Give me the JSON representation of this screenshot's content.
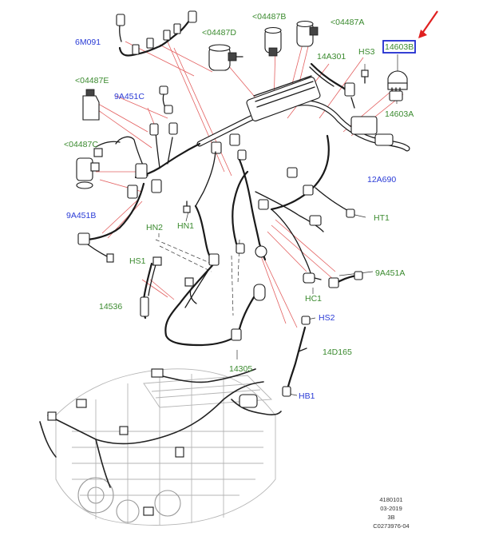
{
  "labels": {
    "p6M091": "6M091",
    "p04487D": "<04487D",
    "p04487B": "<04487B",
    "p04487A": "<04487A",
    "p14603B": "14603B",
    "p14A301": "14A301",
    "pHS3": "HS3",
    "p04487E": "<04487E",
    "p9A451C": "9A451C",
    "p14603A": "14603A",
    "p04487C": "<04487C",
    "p12A690": "12A690",
    "p9A451B": "9A451B",
    "pHN2": "HN2",
    "pHN1": "HN1",
    "pHT1": "HT1",
    "pHS1": "HS1",
    "p9A451A": "9A451A",
    "p14536": "14536",
    "pHC1": "HC1",
    "pHS2": "HS2",
    "p14D165": "14D165",
    "p14305": "14305",
    "pHB1": "HB1"
  },
  "footer": {
    "line1": "4180101",
    "line2": "03-2019",
    "line3": "3B",
    "line4": "C0273976-04"
  },
  "colors": {
    "green_label": "#3a8a2e",
    "blue_label": "#2a3bd6",
    "highlight_box": "#1f2bd0",
    "red_arrow": "#e02020",
    "leader_red": "#e36060"
  }
}
